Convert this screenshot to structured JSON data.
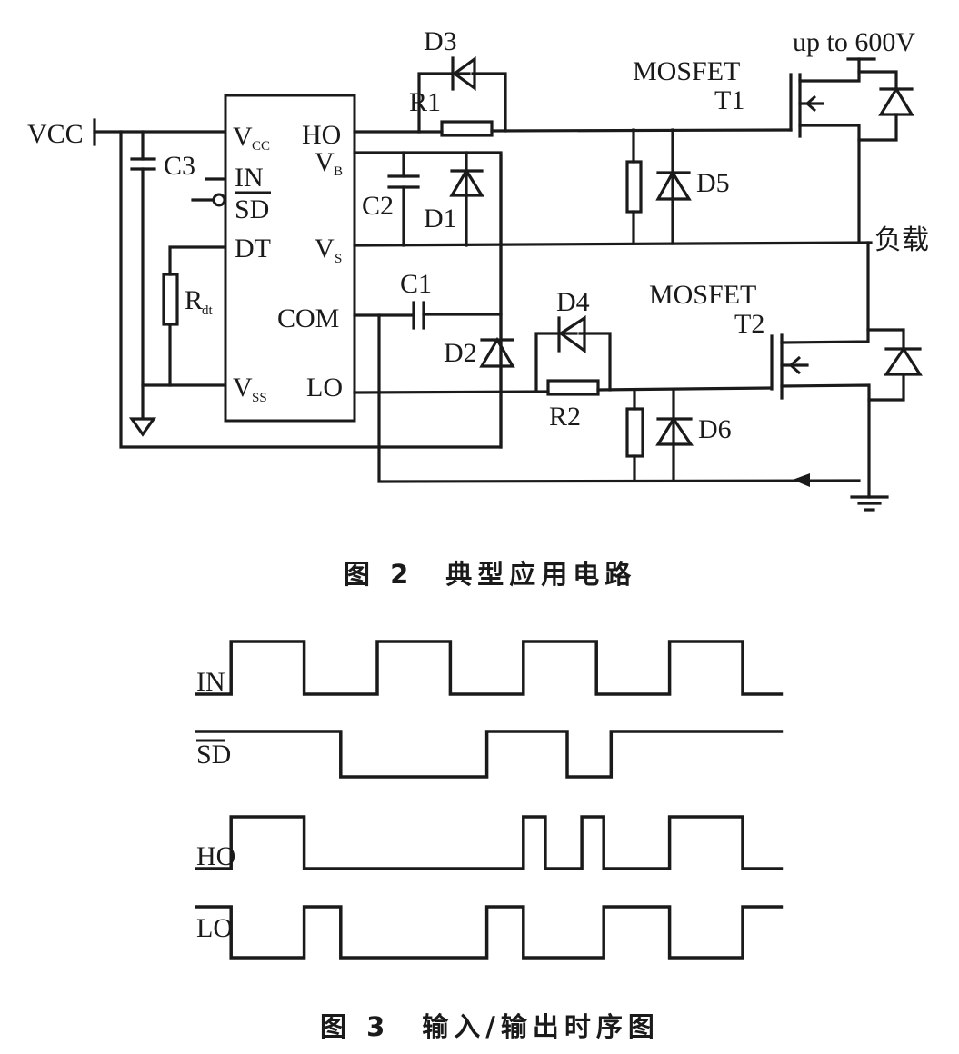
{
  "figure2": {
    "caption": "图 2　典型应用电路",
    "labels": {
      "vcc_supply": "VCC",
      "c3": "C3",
      "rdt_main": "R",
      "rdt_sub": "dt",
      "ic_pin_vcc_main": "V",
      "ic_pin_vcc_sub": "CC",
      "ic_pin_in": "IN",
      "ic_pin_sd": "SD",
      "ic_pin_dt": "DT",
      "ic_pin_vss_main": "V",
      "ic_pin_vss_sub": "SS",
      "ic_pin_ho": "HO",
      "ic_pin_vb_main": "V",
      "ic_pin_vb_sub": "B",
      "ic_pin_vs_main": "V",
      "ic_pin_vs_sub": "S",
      "ic_pin_com": "COM",
      "ic_pin_lo": "LO",
      "d3": "D3",
      "r1": "R1",
      "c2": "C2",
      "d1": "D1",
      "c1": "C1",
      "d2": "D2",
      "d4": "D4",
      "r2": "R2",
      "d5": "D5",
      "d6": "D6",
      "mosfet_t1_type": "MOSFET",
      "mosfet_t1_name": "T1",
      "mosfet_t2_type": "MOSFET",
      "mosfet_t2_name": "T2",
      "high_voltage": "up to 600V",
      "load": "负载"
    }
  },
  "figure3": {
    "caption": "图 3　输入/输出时序图",
    "signals": [
      {
        "name": "IN",
        "overline": false,
        "initial": 0,
        "transitions": [
          1,
          3,
          5,
          7,
          9,
          11,
          13,
          15
        ]
      },
      {
        "name": "SD",
        "overline": true,
        "initial": 1,
        "transitions": [
          4,
          8,
          10.2,
          11.4
        ]
      },
      {
        "name": "HO",
        "overline": false,
        "initial": 0,
        "transitions": [
          1,
          3,
          9,
          9.6,
          10.6,
          11.2,
          13,
          15
        ]
      },
      {
        "name": "LO",
        "overline": false,
        "initial": 1,
        "transitions": [
          1,
          3,
          4,
          8,
          9,
          11.2,
          13,
          15
        ]
      }
    ],
    "time_end": 16.1
  }
}
